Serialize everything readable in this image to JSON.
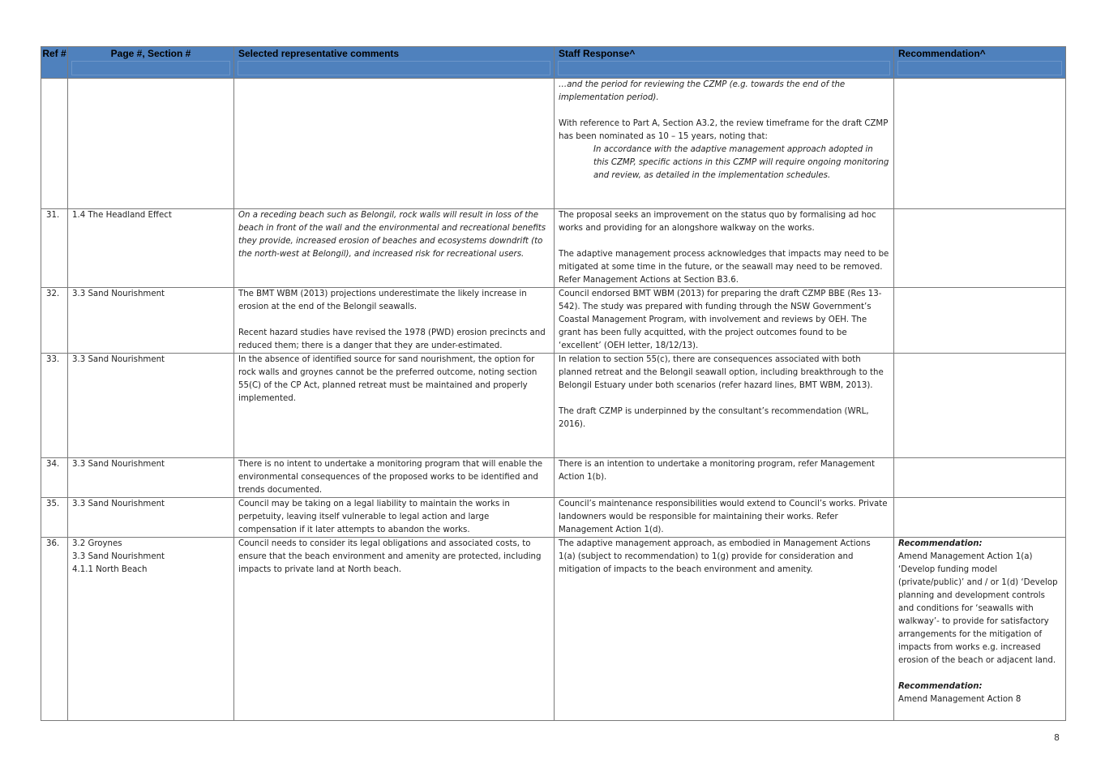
{
  "headers": {
    "ref": "Ref #",
    "page_section": "Page #, Section #",
    "comments": "Selected representative comments",
    "staff_response": "Staff Response^",
    "recommendation": "Recommendation^"
  },
  "continued_row": {
    "response_p1": "…and the period for reviewing the CZMP (e.g. towards the end of the implementation period).",
    "response_p2": "With reference to Part A, Section A3.2, the review timeframe for the draft CZMP has been nominated as 10 – 15 years, noting that:",
    "response_quote": "In accordance with the adaptive management approach adopted in this CZMP, specific actions in this CZMP will require ongoing monitoring and review, as detailed in the implementation schedules."
  },
  "rows": [
    {
      "ref": "31.",
      "section": "1.4 The Headland Effect",
      "comment": "On a receding beach such as Belongil, rock walls will result in loss of the beach in front of the wall and the environmental and recreational benefits they provide, increased erosion of beaches and ecosystems downdrift (to the north-west at Belongil), and increased risk for recreational users.",
      "response_p1": "The proposal seeks an improvement on the status quo by formalising ad hoc works and providing for an alongshore walkway on the works.",
      "response_p2": "The adaptive management process acknowledges that impacts may need to be mitigated at some time in the future, or the seawall may need to be removed. Refer Management Actions at Section B3.6."
    },
    {
      "ref": "32.",
      "section": "3.3 Sand Nourishment",
      "comment_p1": "The BMT WBM (2013) projections underestimate the likely increase in erosion at the end of the Belongil seawalls.",
      "comment_p2": "Recent hazard studies have revised the 1978 (PWD) erosion precincts and reduced them; there is a danger that they are under-estimated.",
      "response": "Council endorsed BMT WBM (2013) for preparing the draft CZMP BBE (Res 13-542).  The study was prepared with funding through the NSW Government’s Coastal Management Program, with involvement and reviews by OEH. The grant has been fully acquitted, with the project outcomes found to be ‘excellent’ (OEH letter, 18/12/13)."
    },
    {
      "ref": "33.",
      "section": "3.3 Sand Nourishment",
      "comment": "In the absence of identified source for sand nourishment, the option for rock walls and groynes cannot be the preferred outcome, noting section 55(C) of the CP Act, planned retreat must be maintained and properly implemented.",
      "response_p1": "In relation to section 55(c), there are consequences associated with both planned retreat and the Belongil seawall option, including breakthrough to the Belongil Estuary under both scenarios (refer hazard lines, BMT WBM, 2013).",
      "response_p2": "The draft CZMP is underpinned by the consultant’s recommendation (WRL, 2016)."
    },
    {
      "ref": "34.",
      "section": "3.3 Sand Nourishment",
      "comment": "There is no intent to undertake a monitoring program that will enable the environmental consequences of the proposed works to be identified and trends documented.",
      "response": "There is an intention to undertake a monitoring program, refer Management Action 1(b)."
    },
    {
      "ref": "35.",
      "section": "3.3 Sand Nourishment",
      "comment": "Council may be taking on a legal liability to maintain the works in perpetuity, leaving itself vulnerable to legal action and large compensation if it later attempts to abandon the works.",
      "response": "Council’s maintenance responsibilities would extend to Council’s works. Private landowners would be responsible for maintaining their works. Refer Management Action 1(d)."
    },
    {
      "ref": "36.",
      "section_lines": [
        "3.2 Groynes",
        "3.3 Sand Nourishment",
        "4.1.1 North Beach"
      ],
      "comment": "Council needs to consider its legal obligations and associated costs, to ensure that the beach environment and amenity are protected, including impacts to private land at North beach.",
      "response": "The adaptive management approach, as embodied in Management Actions 1(a) (subject to recommendation) to 1(g) provide for consideration and mitigation of impacts to the beach environment and amenity.",
      "rec1_label": "Recommendation:",
      "rec1_text": "Amend Management Action 1(a) ‘Develop funding model (private/public)’ and / or 1(d) ‘Develop planning and development controls and conditions for ‘seawalls with walkway’- to provide for satisfactory arrangements for the mitigation of impacts from works e.g. increased erosion of the beach or adjacent land.",
      "rec2_label": "Recommendation:",
      "rec2_text": "Amend Management Action 8"
    }
  ],
  "page_number": "8"
}
